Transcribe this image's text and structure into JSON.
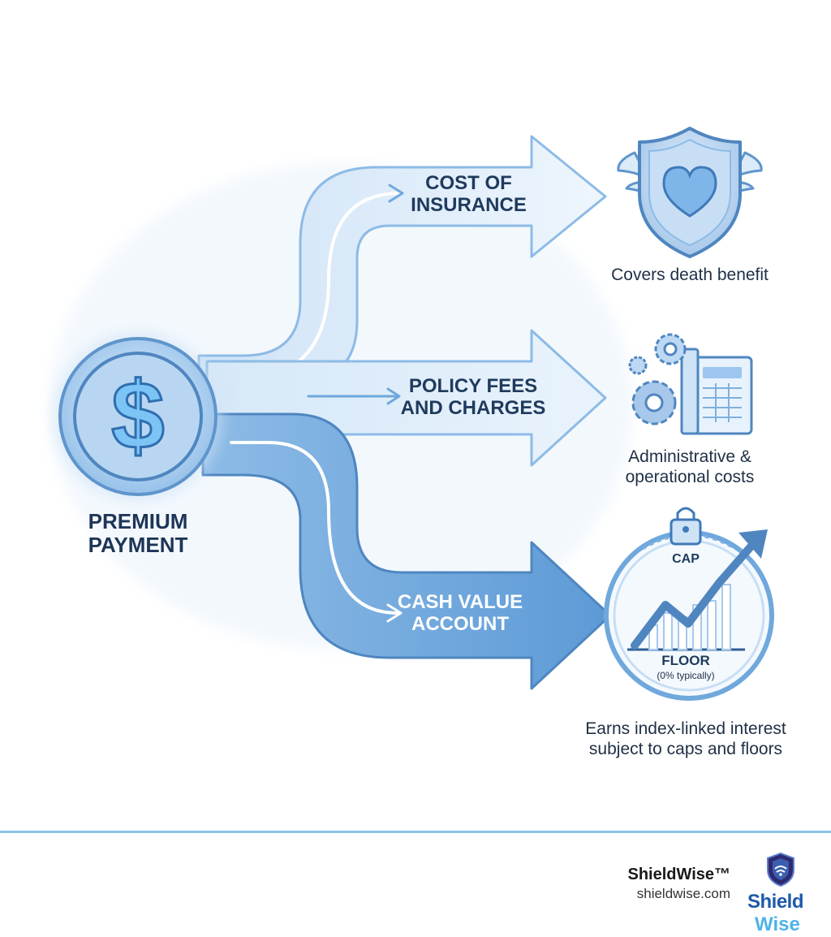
{
  "source": {
    "label_line1": "PREMIUM",
    "label_line2": "PAYMENT",
    "icon": "dollar-sign-icon"
  },
  "flows": [
    {
      "label_line1": "COST OF",
      "label_line2": "INSURANCE",
      "description_line1": "Covers death benefit",
      "description_line2": "",
      "icon": "shield-heart-wings-icon"
    },
    {
      "label_line1": "POLICY FEES",
      "label_line2": "AND CHARGES",
      "description_line1": "Administrative &",
      "description_line2": "operational costs",
      "icon": "gears-document-icon"
    },
    {
      "label_line1": "CASH VALUE",
      "label_line2": "ACCOUNT",
      "description_line1": "Earns index-linked interest",
      "description_line2": "subject to caps and floors",
      "icon": "growth-chart-lock-icon"
    }
  ],
  "growth_chart": {
    "cap_label": "CAP",
    "floor_label": "FLOOR",
    "floor_note": "(0% typically)"
  },
  "footer": {
    "brand_name": "ShieldWise™",
    "brand_url": "shieldwise.com",
    "logo_text_line1": "Shield",
    "logo_text_line2": "Wise"
  },
  "colors": {
    "arrow_light": "#e6f1fb",
    "arrow_outline": "#7fb0df",
    "arrow_dark": "#6fa8dc",
    "text_dark": "#1d3557",
    "footer_line": "#8cc4e8"
  }
}
